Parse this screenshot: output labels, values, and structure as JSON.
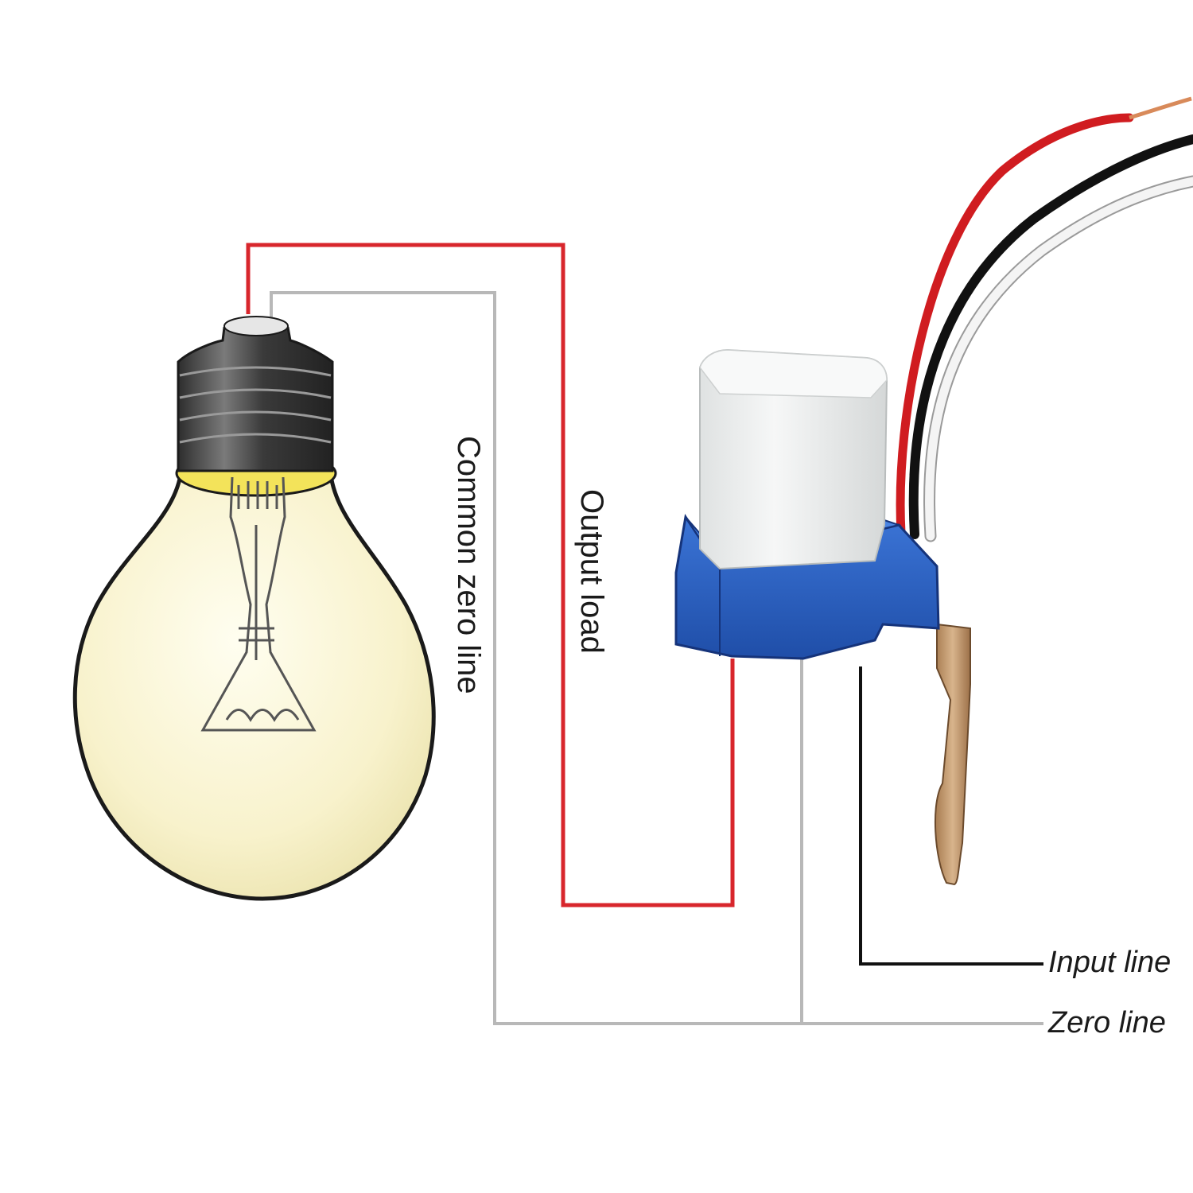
{
  "labels": {
    "common_zero_line": "Common zero line",
    "output_load": "Output load",
    "input_line": "Input line",
    "zero_line": "Zero line"
  },
  "colors": {
    "output_wire": "#d8262c",
    "common_zero_wire": "#b8b8b8",
    "input_wire": "#111111",
    "zero_wire": "#b8b8b8",
    "switch_base": "#2a5fc0",
    "switch_cap": "#eef0f0",
    "bulb_glass": "#fbf8d8",
    "bulb_socket_glow": "#f3e35a",
    "bulb_screw": "#4a4a4a",
    "lead_red": "#d01c20",
    "lead_black": "#111111",
    "lead_white": "#f4f4f4",
    "bracket": "#c49a6c"
  },
  "components": {
    "bulb": "light-bulb",
    "switch": "photocell-light-control-switch"
  }
}
